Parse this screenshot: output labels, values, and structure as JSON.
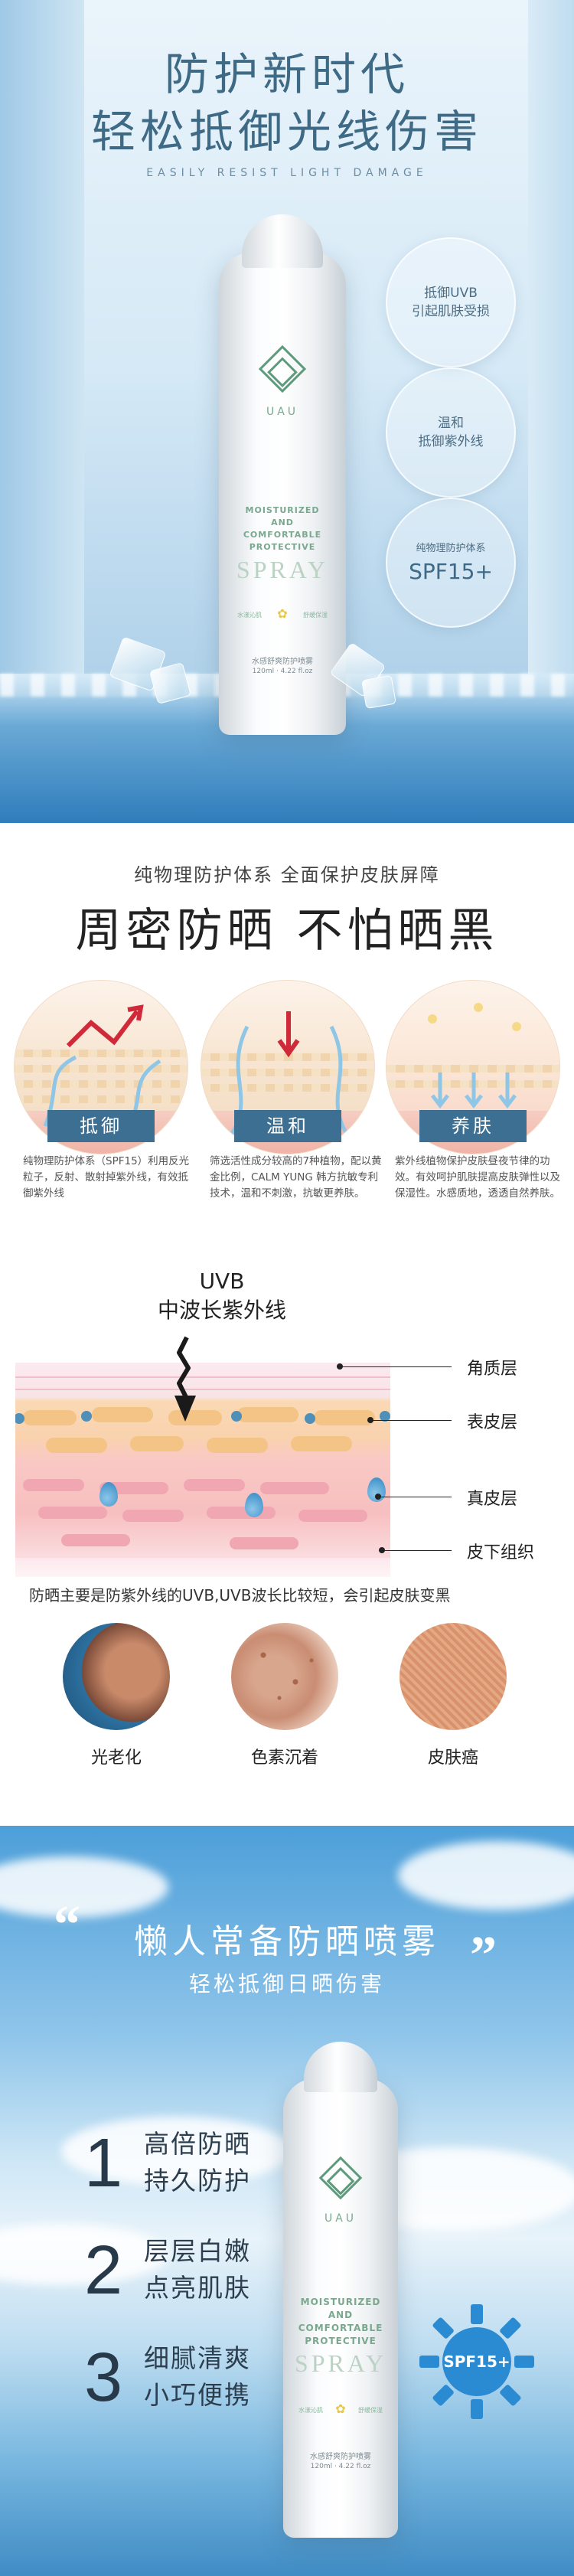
{
  "hero": {
    "title_line1": "防护新时代",
    "title_line2": "轻松抵御光线伤害",
    "subtitle": "EASILY RESIST LIGHT DAMAGE",
    "bullets": [
      {
        "line1": "抵御UVB",
        "line2": "引起肌肤受损"
      },
      {
        "line1": "温和",
        "line2": "抵御紫外线"
      },
      {
        "line1": "纯物理防护体系",
        "line2": "SPF15+"
      }
    ]
  },
  "bottle": {
    "brand": "UAU",
    "line1": "MOISTURIZED",
    "line2": "AND",
    "line3": "COMFORTABLE",
    "line4": "PROTECTIVE",
    "spray": "SPRAY",
    "left_tag": "水漾沁肌",
    "right_tag": "舒缓保湿",
    "cn_name": "水感舒爽防护喷雾",
    "volume": "120ml · 4.22 fl.oz"
  },
  "features": {
    "subtitle": "纯物理防护体系  全面保护皮肤屏障",
    "title": "周密防晒  不怕晒黑",
    "items": [
      {
        "label": "抵御",
        "desc": "纯物理防护体系（SPF15）利用反光粒子，反射、散射掉紫外线，有效抵御紫外线"
      },
      {
        "label": "温和",
        "desc": "筛选活性成分较高的7种植物，配以黄金比例，CALM YUNG 韩方抗敏专利技术，温和不刺激，抗敏更养肤。"
      },
      {
        "label": "养肤",
        "desc": "紫外线植物保护皮肤昼夜节律的功效。有效呵护肌肤提高皮肤弹性以及保湿性。水感质地，透透自然养肤。"
      }
    ]
  },
  "uvb": {
    "line1": "UVB",
    "line2": "中波长紫外线",
    "layers": [
      "角质层",
      "表皮层",
      "真皮层",
      "皮下组织"
    ],
    "statement": "防晒主要是防紫外线的UVB,UVB波长比较短，会引起皮肤变黑",
    "symptoms": [
      "光老化",
      "色素沉着",
      "皮肤癌"
    ]
  },
  "bottom": {
    "title": "懒人常备防晒喷雾",
    "subtitle": "轻松抵御日晒伤害",
    "open_quote": "“",
    "close_quote": "”",
    "features": [
      {
        "num": "1",
        "line1": "高倍防晒",
        "line2": "持久防护"
      },
      {
        "num": "2",
        "line1": "层层白嫩",
        "line2": "点亮肌肤"
      },
      {
        "num": "3",
        "line1": "细腻清爽",
        "line2": "小巧便携"
      }
    ],
    "badge": "SPF15+"
  }
}
